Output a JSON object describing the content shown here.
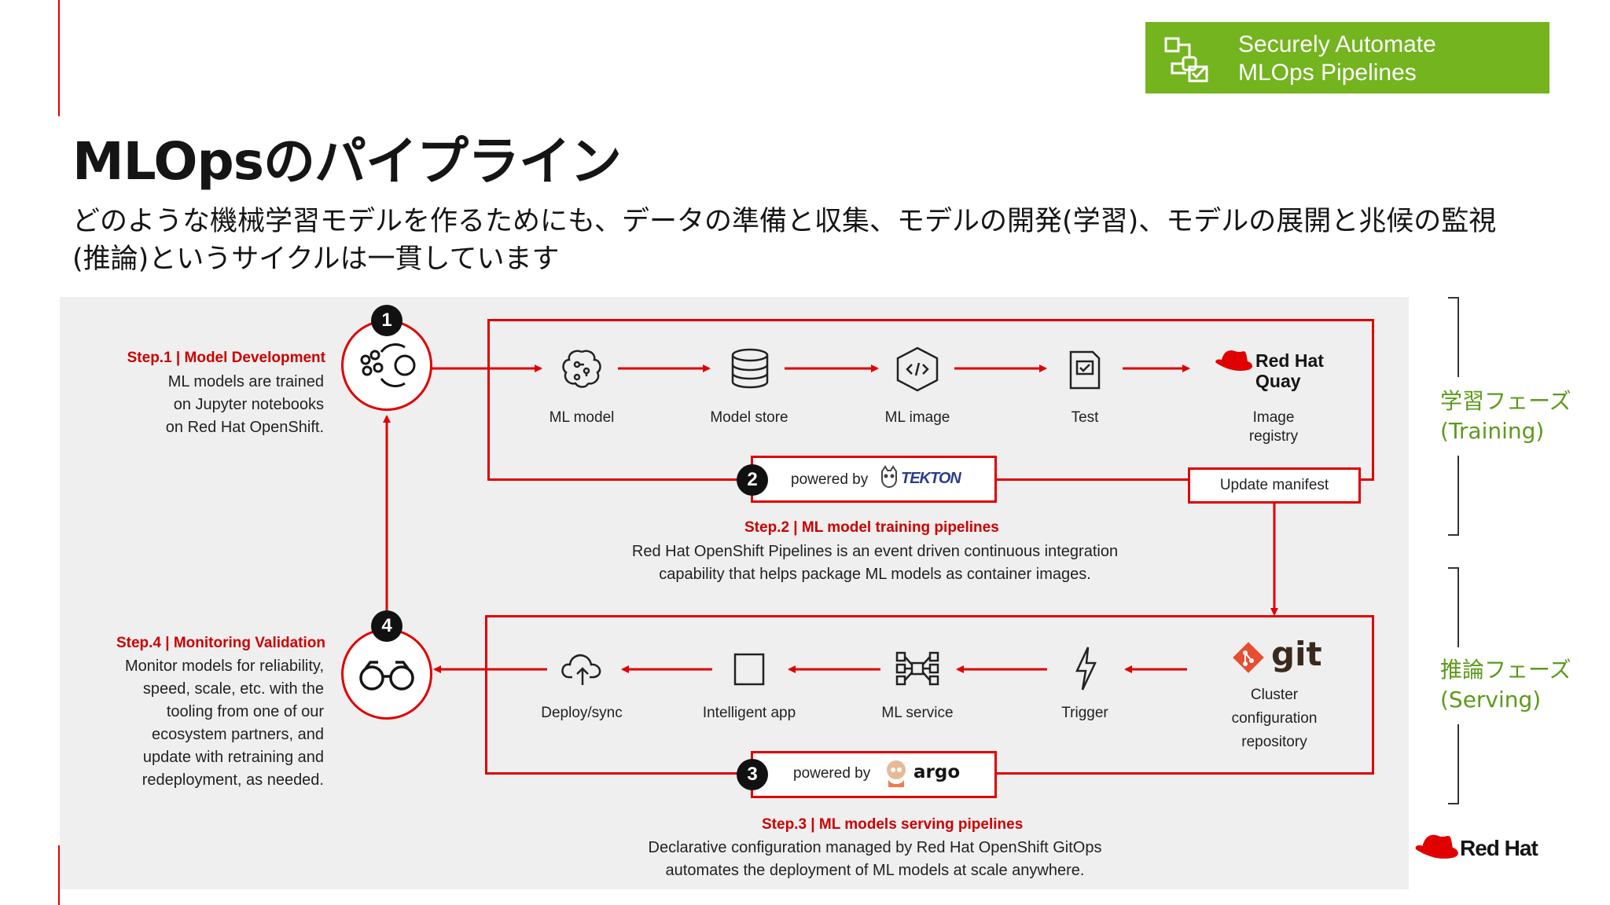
{
  "badge": {
    "line1": "Securely Automate",
    "line2": "MLOps Pipelines"
  },
  "title": "MLOpsのパイプライン",
  "subtitle_line1": "どのような機械学習モデルを作るためにも、データの準備と収集、モデルの開発(学習)、モデルの展開と兆候の監視",
  "subtitle_line2": "(推論)というサイクルは一貫しています",
  "steps": {
    "step1": {
      "heading": "Step.1 | Model Development",
      "lines": [
        "ML models are trained",
        "on Jupyter notebooks",
        "on Red Hat OpenShift."
      ]
    },
    "step2": {
      "heading": "Step.2 | ML model training pipelines",
      "lines": [
        "Red Hat OpenShift Pipelines is an event driven continuous integration",
        "capability that helps package ML models as container images."
      ]
    },
    "step3": {
      "heading": "Step.3 | ML models serving pipelines",
      "lines": [
        "Declarative configuration managed by Red Hat OpenShift GitOps",
        "automates the deployment of ML models at scale anywhere."
      ]
    },
    "step4": {
      "heading": "Step.4 | Monitoring Validation",
      "lines": [
        "Monitor models for reliability,",
        "speed, scale, etc. with the",
        "tooling from one of our",
        "ecosystem partners, and",
        "update with retraining and",
        "redeployment, as needed."
      ]
    }
  },
  "numbers": [
    "1",
    "2",
    "3",
    "4"
  ],
  "training_row": {
    "items": [
      "ML model",
      "Model store",
      "ML image",
      "Test"
    ],
    "registry_logo_line1": "Red Hat",
    "registry_logo_line2": "Quay",
    "registry_label_line1": "Image",
    "registry_label_line2": "registry",
    "powered_by": "powered by",
    "powered_logo": "TEKTON",
    "update_manifest": "Update manifest"
  },
  "serving_row": {
    "items": [
      "Deploy/sync",
      "Intelligent app",
      "ML service",
      "Trigger"
    ],
    "git_logo": "git",
    "cluster_line1": "Cluster",
    "cluster_line2": "configuration",
    "cluster_line3": "repository",
    "powered_by": "powered by",
    "powered_logo": "argo"
  },
  "phases": {
    "training_line1": "学習フェーズ",
    "training_line2": "(Training)",
    "serving_line1": "推論フェーズ",
    "serving_line2": "(Serving)"
  },
  "footer_logo": "Red Hat",
  "colors": {
    "accent": "#e00000",
    "badge": "#73b41f",
    "phase_text": "#5c9a1a",
    "panel": "#efefef"
  }
}
